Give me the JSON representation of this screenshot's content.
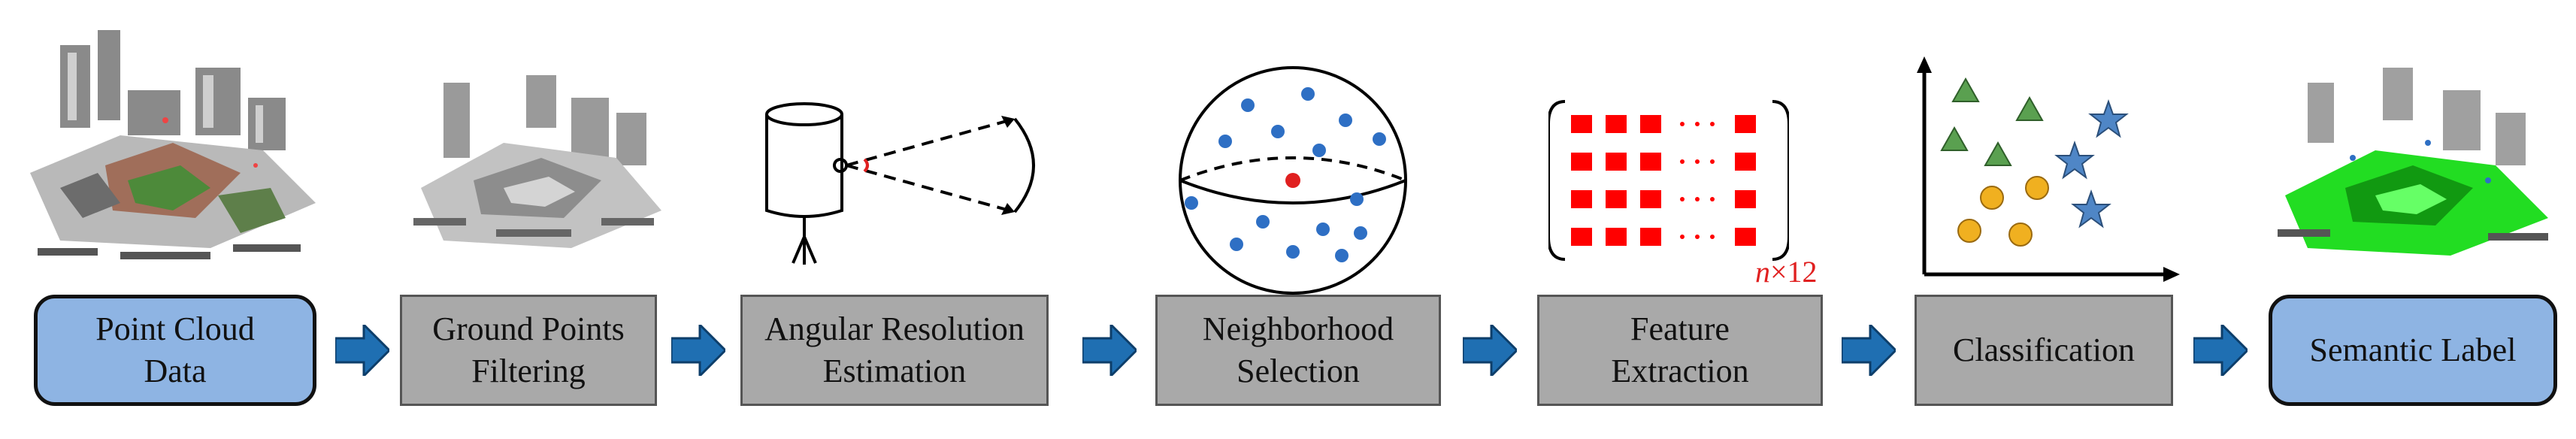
{
  "steps": [
    {
      "label": "Point Cloud\nData",
      "style": "terminal"
    },
    {
      "label": "Ground Points\nFiltering",
      "style": "process"
    },
    {
      "label": "Angular Resolution\nEstimation",
      "style": "process"
    },
    {
      "label": "Neighborhood\nSelection",
      "style": "process"
    },
    {
      "label": "Feature\nExtraction",
      "style": "process"
    },
    {
      "label": "Classification",
      "style": "process"
    },
    {
      "label": "Semantic Label",
      "style": "terminal"
    }
  ],
  "matrix_size_label": {
    "n": "n",
    "rest": "×12"
  },
  "colors": {
    "terminal_fill": "#8eb4e3",
    "process_fill": "#a9a9a9",
    "arrow_fill": "#1f6fb2",
    "feature_red": "#ff0000",
    "point_blue": "#2e6fc4",
    "class_triangle": "#5aa050",
    "class_star": "#4f86c6",
    "class_circle": "#f0b020",
    "semantic_green": "#22dd22"
  },
  "icons": [
    "point-cloud-image",
    "filtered-point-cloud-image",
    "lidar-sensor-icon",
    "neighborhood-sphere-icon",
    "feature-matrix-icon",
    "scatter-classes-icon",
    "labeled-point-cloud-image"
  ]
}
